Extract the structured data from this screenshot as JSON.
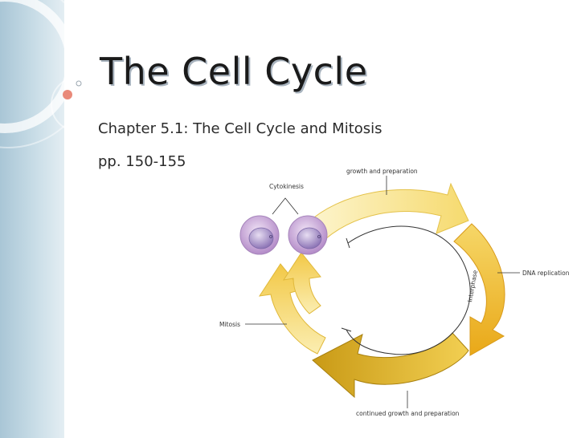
{
  "slide": {
    "title": "The Cell Cycle",
    "subtitle_line1": "Chapter 5.1: The Cell Cycle and Mitosis",
    "subtitle_line2": "pp. 150-155"
  },
  "diagram": {
    "labels": {
      "growth": "growth and preparation",
      "dna": "DNA replication",
      "continued": "continued growth and preparation",
      "mitosis": "Mitosis",
      "cytokinesis": "Cytokinesis",
      "interphase": "Interphase"
    }
  },
  "colors": {
    "background": "#ffffff",
    "side_bar": "#bcd5e2",
    "title_text": "#1a1a1a",
    "accent_dot": "#e98a7a",
    "arrow_yellow": "#f7e07a",
    "arrow_gold": "#e2a91a",
    "cell_purple": "#c2a1d4"
  }
}
